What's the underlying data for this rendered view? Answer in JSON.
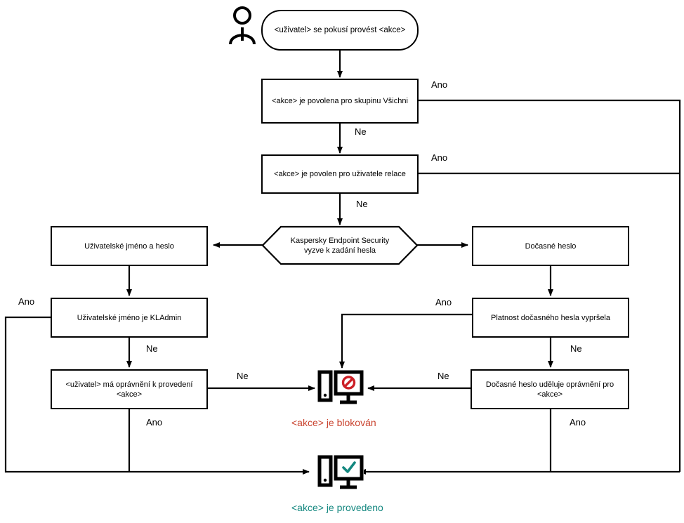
{
  "diagram": {
    "title": "Password protection decision flow",
    "language": "cs",
    "colors": {
      "stroke": "#000000",
      "blocked": "#c9432f",
      "done": "#13877f",
      "background": "#ffffff"
    },
    "actor": {
      "name": "user-actor-icon",
      "icon": "person-icon"
    },
    "nodes": {
      "start": "<uživatel> se pokusí provést <akce>",
      "allowed_everyone": "<akce> je povolena pro skupinu Všichni",
      "allowed_session_user": "<akce> je povolen pro uživatele relace",
      "prompt_password": "Kaspersky Endpoint Security vyzve k zadání hesla",
      "username_password": "Uživatelské jméno a heslo",
      "username_is_kladmin": "Uživatelské jméno je KLAdmin",
      "user_has_permission": "<uživatel> má oprávnění k provedení <akce>",
      "temporary_password": "Dočasné heslo",
      "temp_password_expired": "Platnost dočasného hesla vypršela",
      "temp_password_grants": "Dočasné heslo uděluje oprávnění pro <akce>"
    },
    "terminals": {
      "blocked": {
        "label": "<akce> je blokován",
        "icon": "computer-blocked-icon"
      },
      "done": {
        "label": "<akce> je provedeno",
        "icon": "computer-check-icon"
      }
    },
    "edge_labels": {
      "everyone_yes": "Ano",
      "everyone_no": "Ne",
      "session_yes": "Ano",
      "session_no": "Ne",
      "kladmin_yes": "Ano",
      "kladmin_no": "Ne",
      "permission_no": "Ne",
      "permission_yes": "Ano",
      "expired_yes": "Ano",
      "expired_no": "Ne",
      "grants_no": "Ne",
      "grants_yes": "Ano"
    }
  }
}
